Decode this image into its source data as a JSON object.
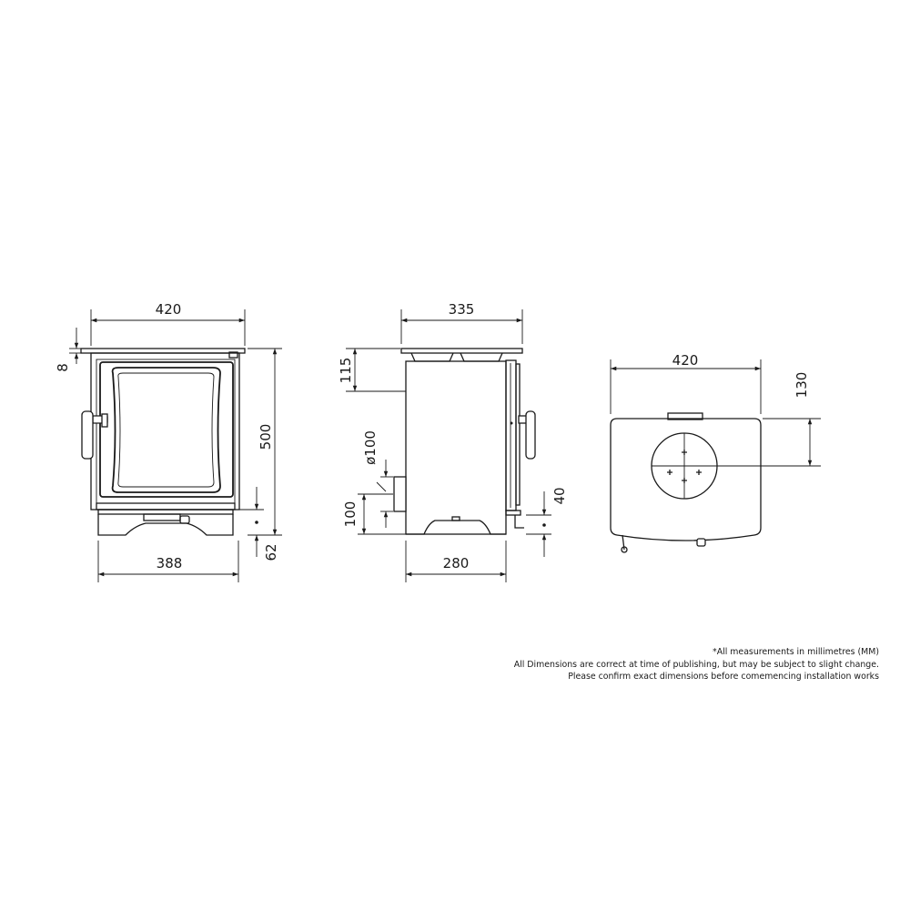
{
  "views": {
    "front": {
      "top_width": "420",
      "top_plate": "8",
      "height": "500",
      "base_width": "388",
      "leg_height": "62"
    },
    "side": {
      "depth": "335",
      "top_drop": "115",
      "flue_diameter": "ø100",
      "flue_height": "100",
      "rear_leg": "40",
      "base_depth": "280"
    },
    "top": {
      "width": "420",
      "flue_center": "130"
    }
  },
  "notes": [
    "*All measurements in millimetres (MM)",
    "All Dimensions are correct at time of publishing, but may be subject to slight change.",
    "Please confirm exact dimensions before comemencing installation works"
  ]
}
